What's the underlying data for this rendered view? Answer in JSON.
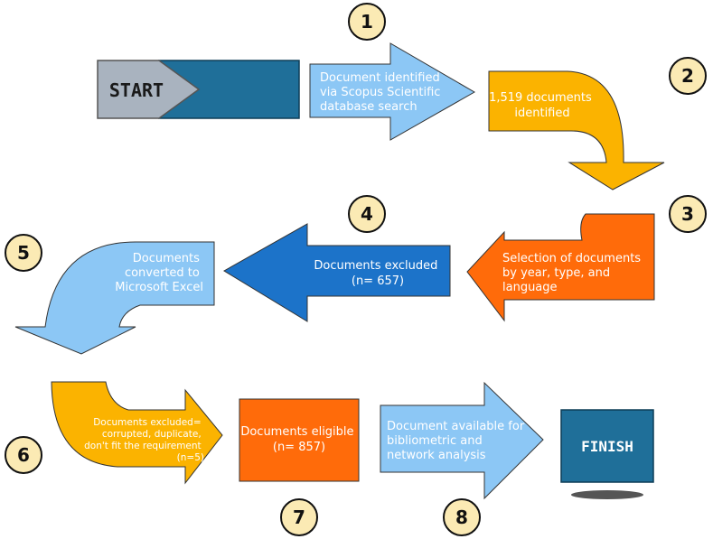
{
  "start": {
    "label": "START"
  },
  "finish": {
    "label": "FINISH"
  },
  "steps": [
    {
      "number": "1",
      "lines": [
        "Document identified",
        "via Scopus Scientific",
        "database search"
      ]
    },
    {
      "number": "2",
      "lines": [
        "1,519 documents",
        "identified"
      ]
    },
    {
      "number": "3",
      "lines": [
        "Selection of documents",
        "by year, type, and",
        "language"
      ]
    },
    {
      "number": "4",
      "lines": [
        "Documents excluded",
        "(n= 657)"
      ]
    },
    {
      "number": "5",
      "lines": [
        "Documents",
        "converted to",
        "Microsoft Excel"
      ]
    },
    {
      "number": "6",
      "lines": [
        "Documents excluded=",
        "corrupted, duplicate,",
        "don't fit the requirement",
        "(n=5)"
      ]
    },
    {
      "number": "7",
      "lines": [
        "Documents eligible",
        "(n= 857)"
      ]
    },
    {
      "number": "8",
      "lines": [
        "Document available for",
        "bibliometric and",
        "network analysis"
      ]
    }
  ],
  "colors": {
    "start_gray": "#a9b3bf",
    "start_blue": "#1f6f99",
    "light_blue": "#8cc7f5",
    "orange_yellow": "#fbb300",
    "orange": "#ff6b0a",
    "dark_blue": "#1c73c9",
    "finish_blue": "#1f6f99",
    "badge_fill": "#fbeab4",
    "outline": "#111111"
  }
}
